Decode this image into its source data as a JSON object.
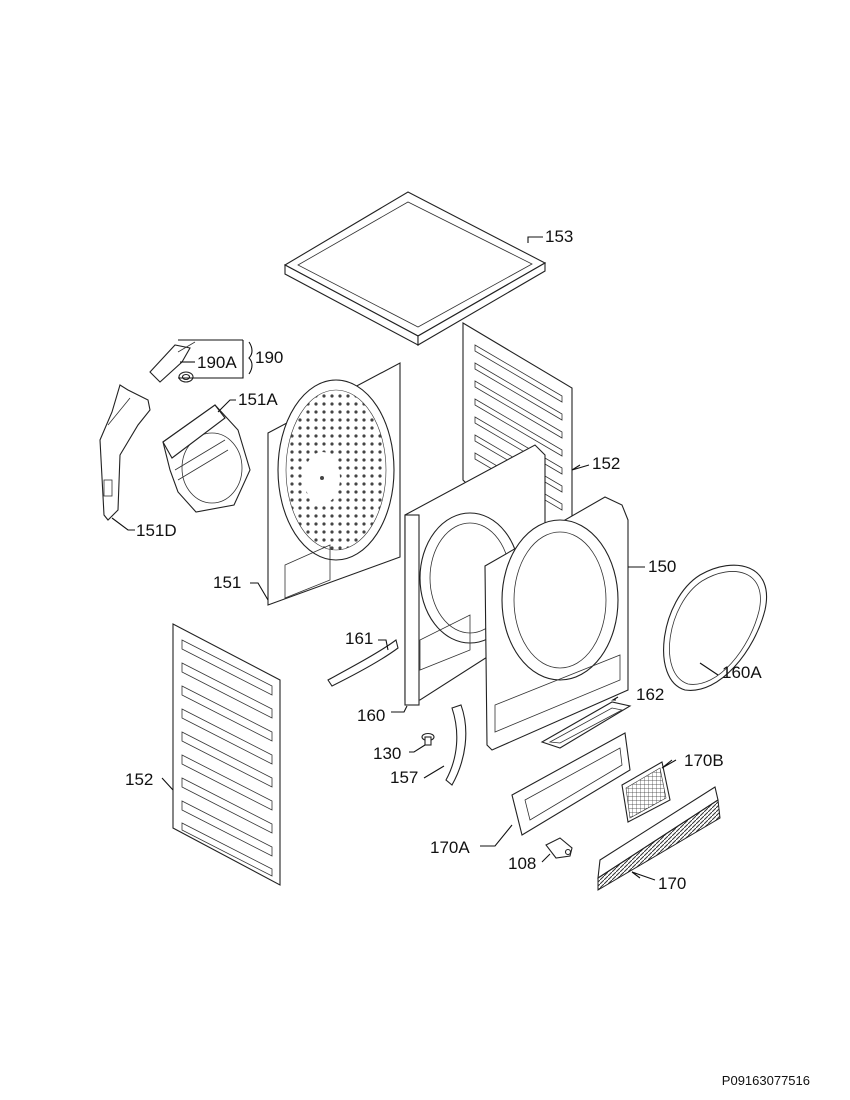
{
  "labels": {
    "l153": "153",
    "l190A": "190A",
    "l190": "190",
    "l151A": "151A",
    "l152_right": "152",
    "l151D": "151D",
    "l150": "150",
    "l151": "151",
    "l161": "161",
    "l160A": "160A",
    "l160": "160",
    "l162": "162",
    "l130": "130",
    "l170B": "170B",
    "l157": "157",
    "l152_left": "152",
    "l170A": "170A",
    "l108": "108",
    "l170": "170"
  },
  "document_id": "P09163077516",
  "colors": {
    "line": "#222222",
    "background": "#ffffff"
  }
}
